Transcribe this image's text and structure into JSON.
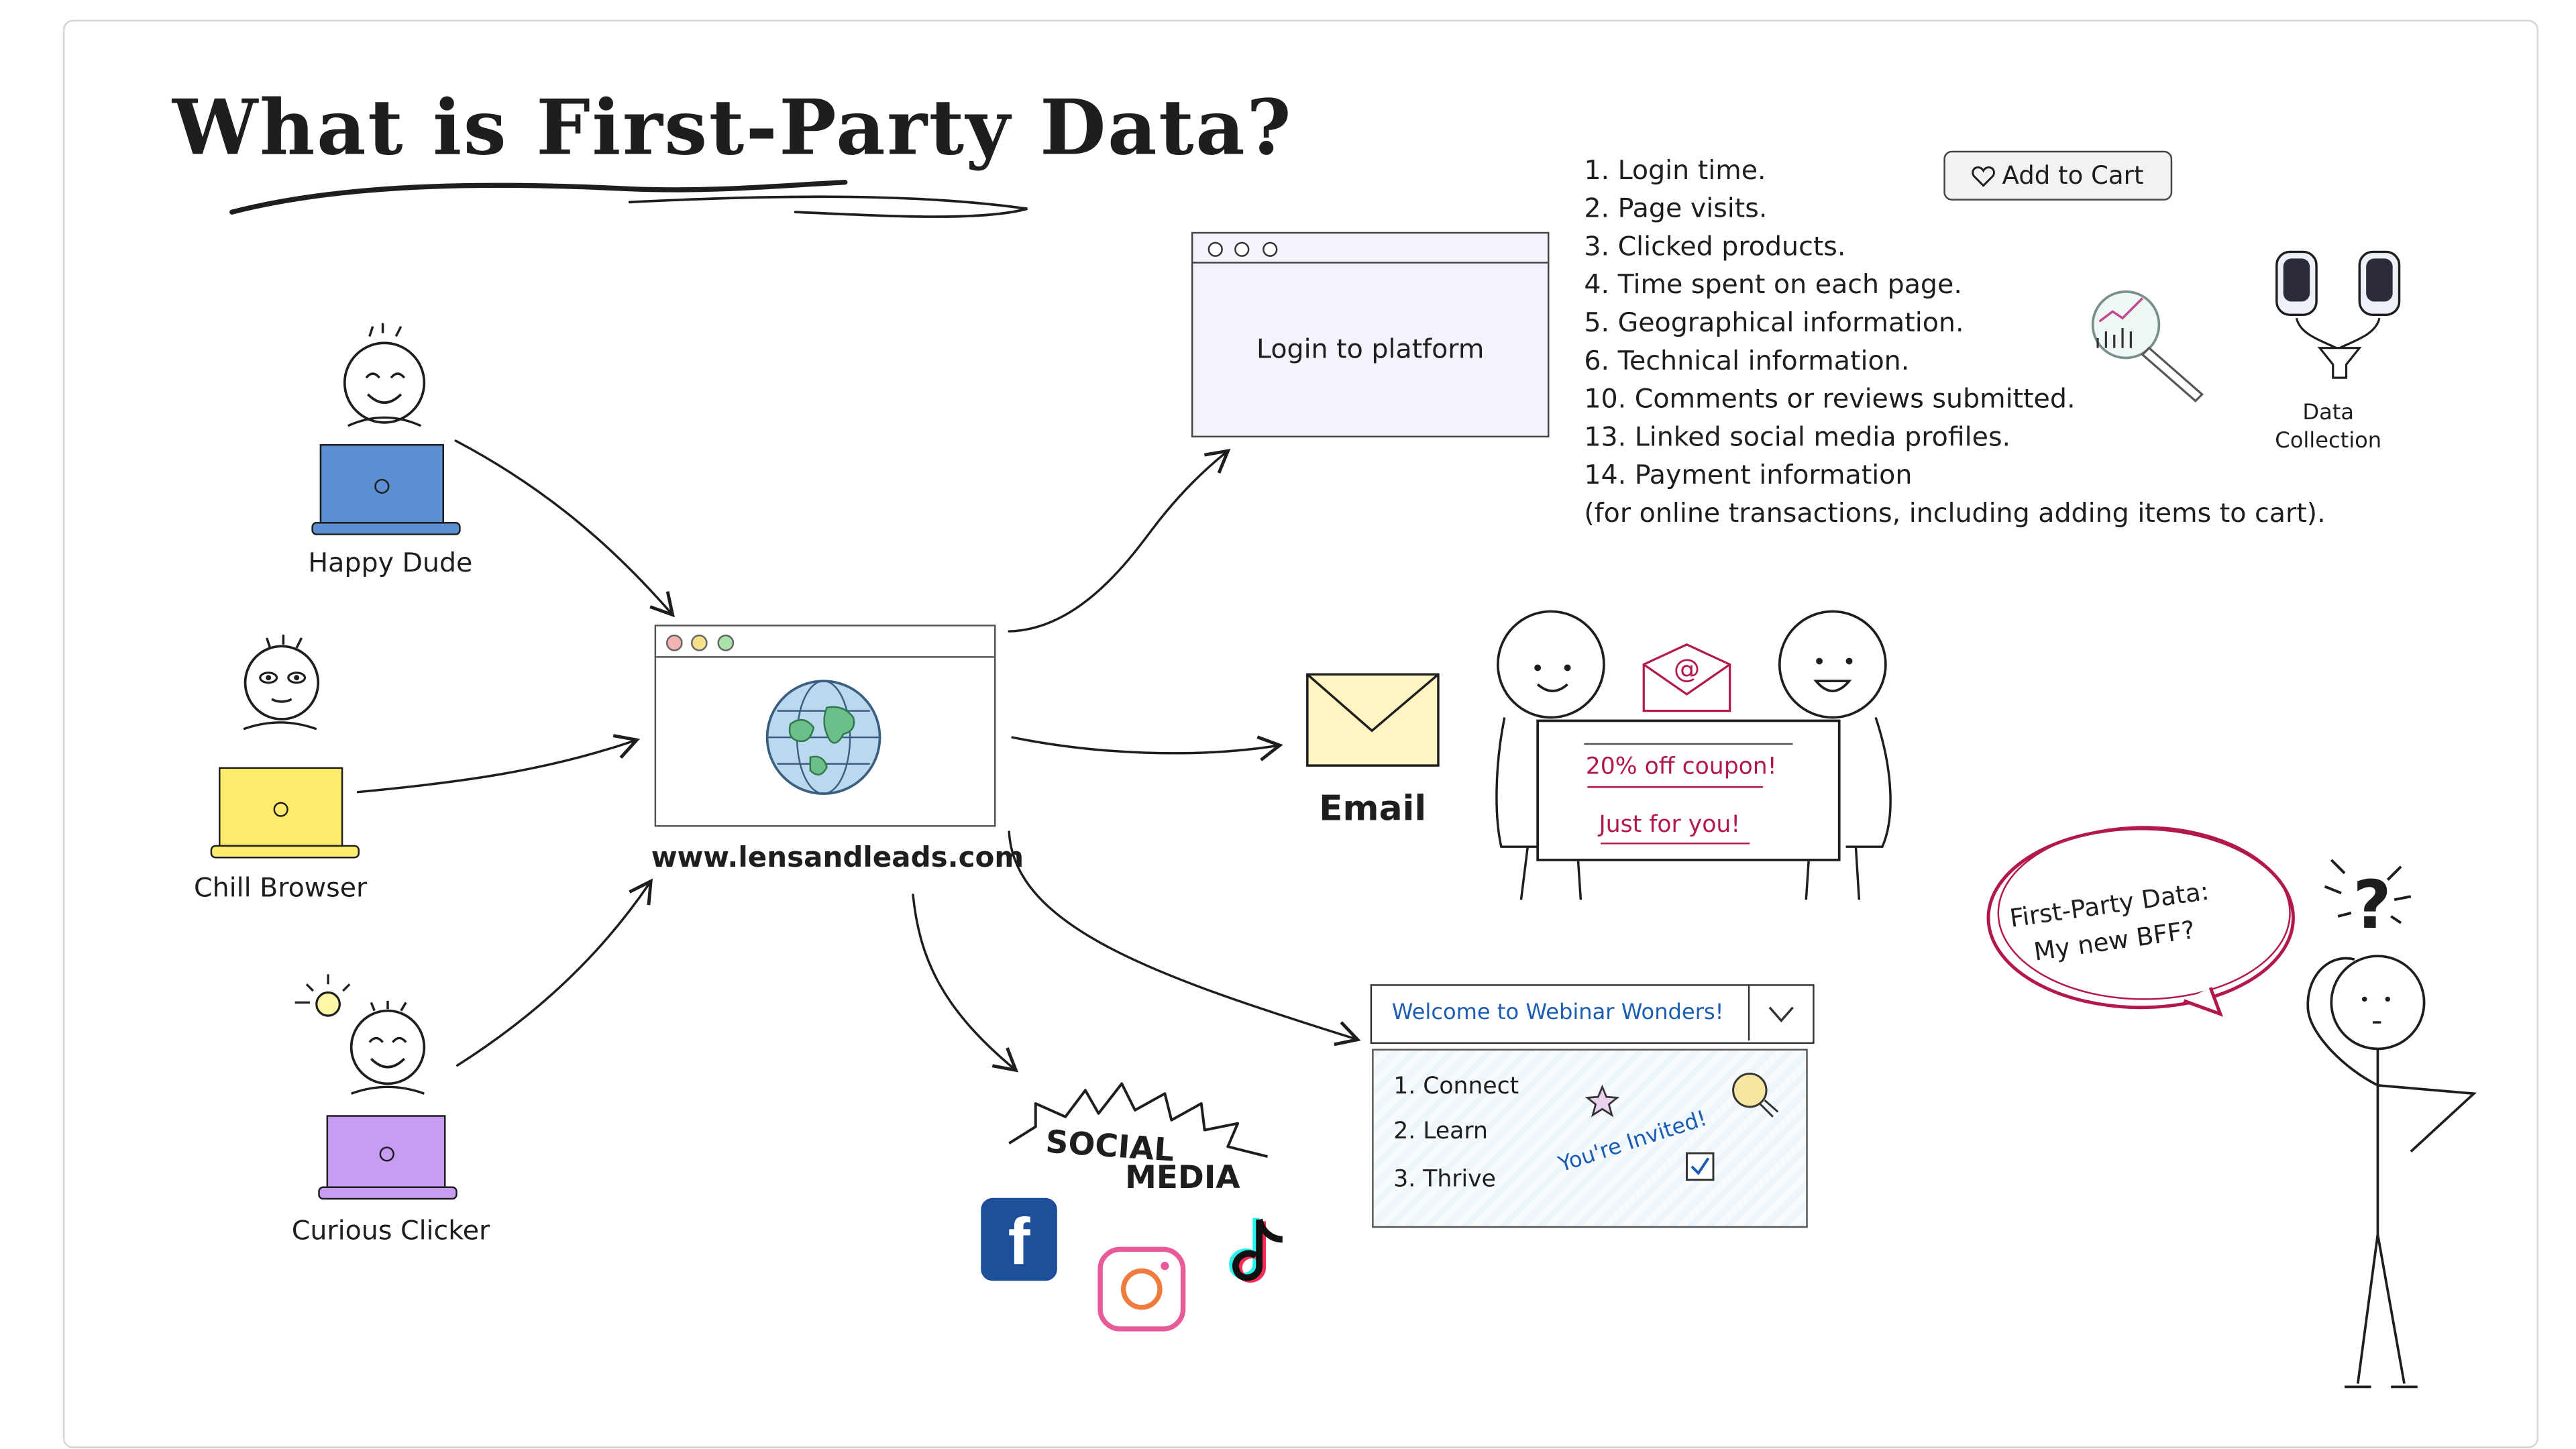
{
  "title": "What is First-Party Data?",
  "users": [
    {
      "label": "Happy Dude",
      "laptop_color": "#5b8fd1"
    },
    {
      "label": "Chill Browser",
      "laptop_color": "#ffec6e"
    },
    {
      "label": "Curious Clicker",
      "laptop_color": "#c79cf2"
    }
  ],
  "website": {
    "url": "www.lensandleads.com"
  },
  "login": {
    "text": "Login to platform"
  },
  "data_points": [
    "1. Login time.",
    "2. Page visits.",
    "3. Clicked products.",
    "4. Time spent on each page.",
    "5. Geographical information.",
    "6. Technical information.",
    "10. Comments or reviews submitted.",
    "13. Linked social media profiles.",
    "14. Payment information",
    "(for online transactions, including adding items to cart)."
  ],
  "add_to_cart": "Add to Cart",
  "data_collection": {
    "line1": "Data",
    "line2": "Collection"
  },
  "email": {
    "label": "Email",
    "coupon": "20% off coupon!",
    "tagline": "Just for you!"
  },
  "social": {
    "line1": "SOCIAL",
    "line2": "MEDIA",
    "icons": [
      "facebook-icon",
      "instagram-icon",
      "tiktok-icon"
    ]
  },
  "webinar": {
    "title": "Welcome to Webinar Wonders!",
    "items": [
      "1. Connect",
      "2. Learn",
      "3. Thrive"
    ],
    "invite": "You're Invited!"
  },
  "bubble": {
    "line1": "First-Party Data:",
    "line2": "My new BFF?"
  },
  "colors": {
    "accent": "#b3184d",
    "link_blue": "#1b5db3",
    "envelope": "#fff4c2",
    "login_bg": "#f4f2fb"
  }
}
